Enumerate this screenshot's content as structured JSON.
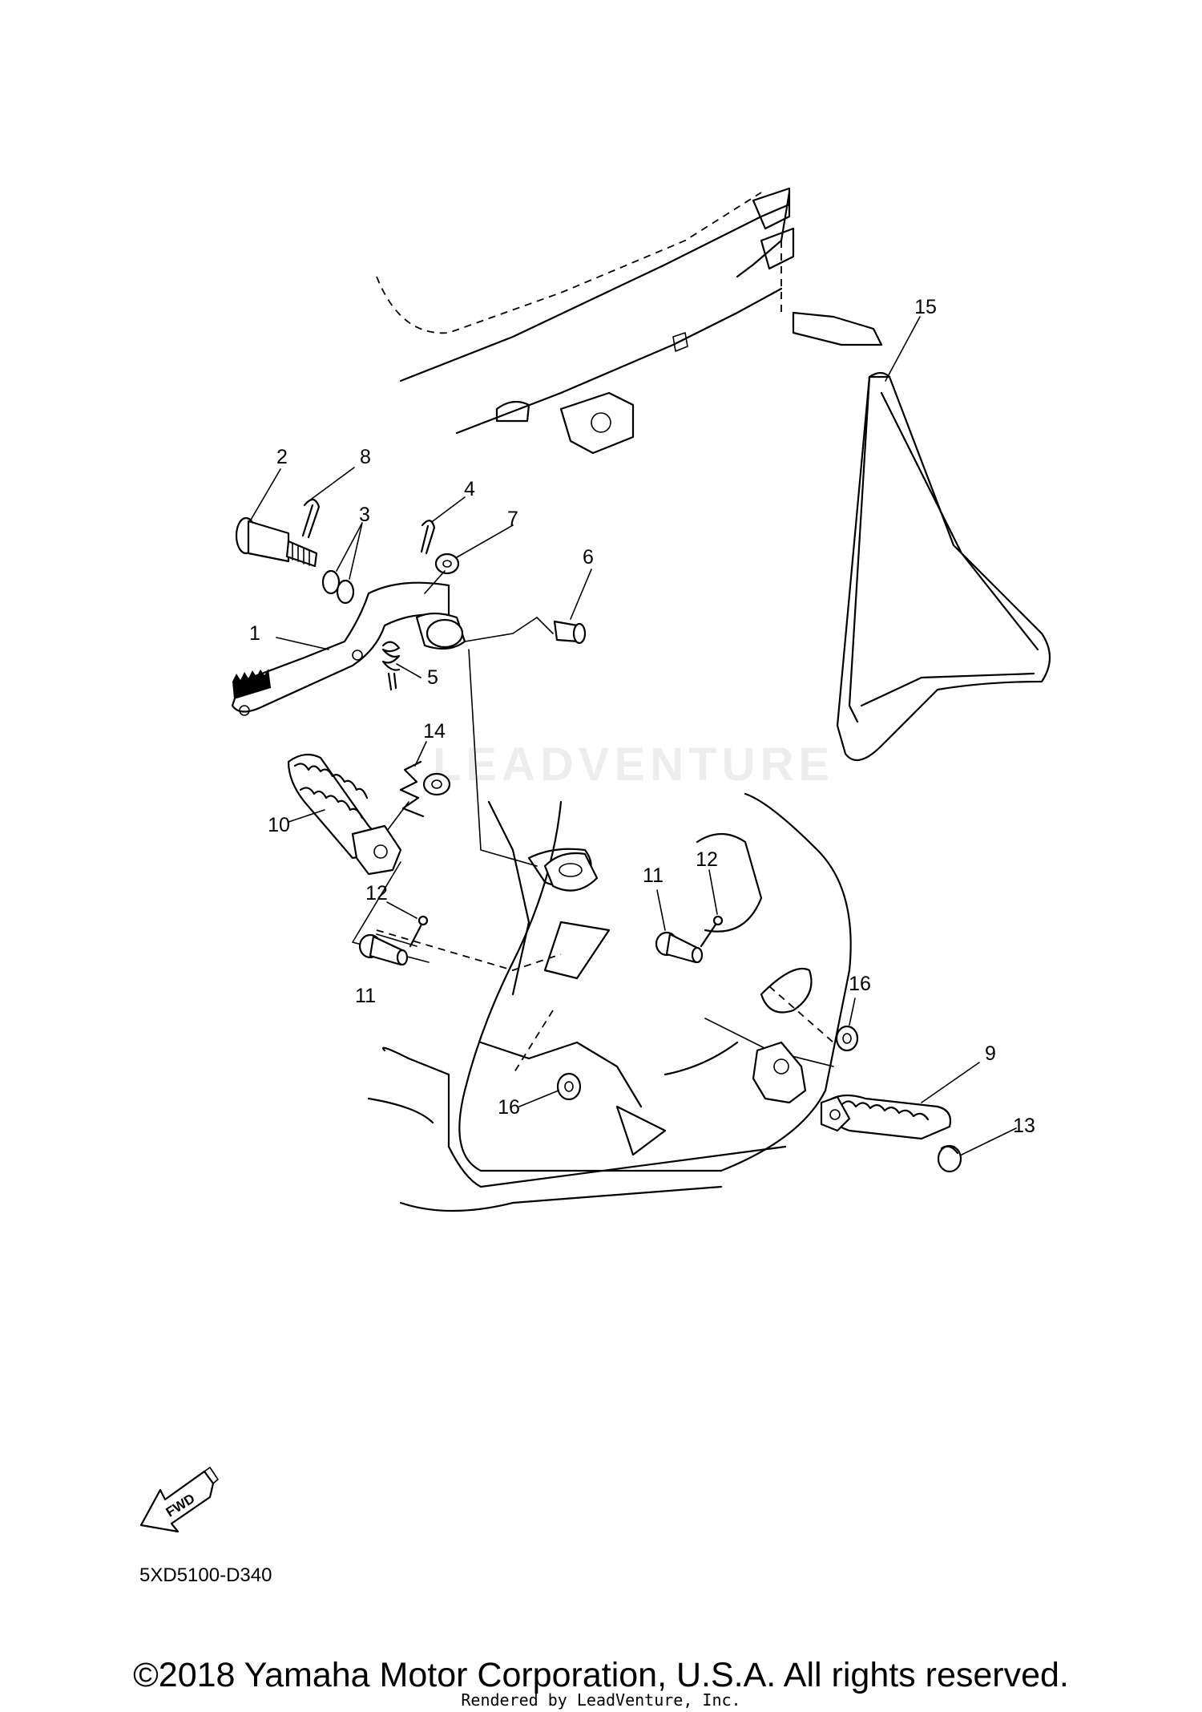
{
  "diagram": {
    "callouts": [
      "1",
      "2",
      "3",
      "4",
      "5",
      "6",
      "7",
      "8",
      "9",
      "10",
      "11",
      "11",
      "12",
      "12",
      "13",
      "14",
      "15",
      "16",
      "16"
    ],
    "fwd_label": "FWD",
    "code": "5XD5100-D340"
  },
  "watermark": "LEADVENTURE",
  "footer": {
    "copyright": "©2018 Yamaha Motor Corporation, U.S.A. All rights reserved.",
    "rendered_by": "Rendered by LeadVenture, Inc."
  }
}
